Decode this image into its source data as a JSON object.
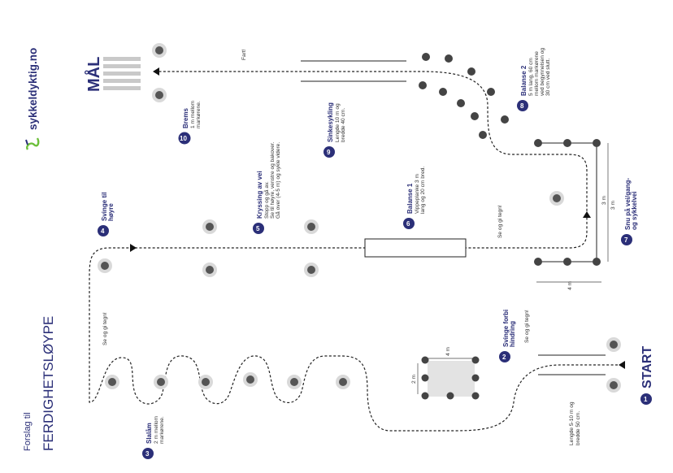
{
  "brand": {
    "name": "sykkeldyktig.no",
    "icon": "bike-logo-icon",
    "accent": "#2b2f78",
    "logo_accent": "#6cbf3a"
  },
  "title": {
    "pre": "Forslag til",
    "main": "FERDIGHETSLØYPE"
  },
  "start_label": "START",
  "finish_label": "MÅL",
  "stations": [
    {
      "n": "1",
      "title": "START",
      "lines": [
        "Lengde 5-10 m og",
        "bredde 50 cm."
      ]
    },
    {
      "n": "2",
      "title_lines": [
        "Svinge forbi",
        "hindring"
      ],
      "lines": [
        "Se og gi tegn!"
      ]
    },
    {
      "n": "3",
      "title": "Slalåm",
      "lines": [
        "2 m mellom",
        "markørene."
      ]
    },
    {
      "n": "4",
      "title_lines": [
        "Svinge til",
        "høyre"
      ],
      "lines": []
    },
    {
      "n": "5",
      "title": "Kryssing av vei",
      "lines": [
        "Stopp og gå av.",
        "Se til høyre, venstre og bakover.",
        "Gå over (4-5 m) og sykle videre."
      ]
    },
    {
      "n": "6",
      "title": "Balanse 1",
      "lines": [
        "Vippeplanke 3 m",
        "lang og 20 cm bred."
      ]
    },
    {
      "n": "7",
      "title_lines": [
        "Snu på vei/gang-",
        "og sykkelvei"
      ],
      "lines": []
    },
    {
      "n": "8",
      "title": "Balanse 2",
      "lines": [
        "5 m lang, 60 cm",
        "mellom markørene",
        "ved begynnelsen og",
        "30  cm ved slutt."
      ]
    },
    {
      "n": "9",
      "title": "Sinkesykling",
      "lines": [
        "Lengde 10 m og",
        "bredde 40 cm."
      ]
    },
    {
      "n": "10",
      "title": "Brems",
      "lines": [
        "1 m mellom",
        "markørene."
      ]
    }
  ],
  "notes": {
    "se_og_gi_tegn": "Se og gi tegn!",
    "fart": "Fart!",
    "dim_4m": "4 m",
    "dim_2m": "2 m",
    "dim_3m": "3 m"
  }
}
